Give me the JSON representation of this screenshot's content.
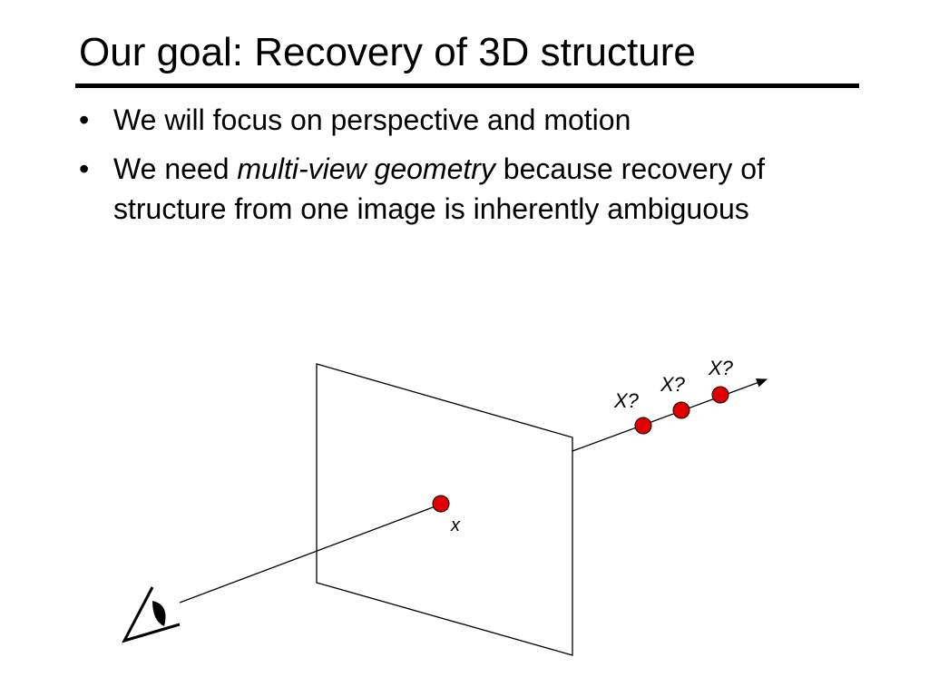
{
  "slide": {
    "title": "Our goal: Recovery of 3D structure",
    "bullets": [
      {
        "text": "We will focus on perspective and motion"
      },
      {
        "before": "We need ",
        "emphasis": "multi-view geometry",
        "after": " because recovery of structure from one image is inherently ambiguous"
      }
    ]
  },
  "diagram": {
    "image_point_label": "x",
    "world_point_labels": [
      "X?",
      "X?",
      "X?"
    ],
    "point_color": "#e00000"
  }
}
